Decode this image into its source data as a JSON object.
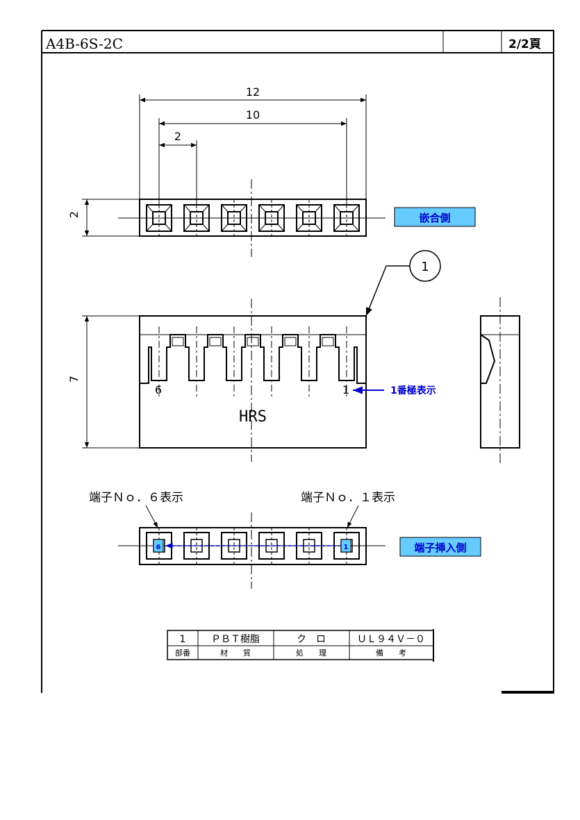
{
  "title_block": {
    "part_number": "A4B-6S-2C",
    "blank_cell": "",
    "page": "2/2頁"
  },
  "dimensions": {
    "overall_width": "12",
    "pin_span": "10",
    "pitch": "2",
    "depth": "2",
    "height": "7"
  },
  "labels": {
    "mating_side": "嵌合側",
    "terminal_insertion_side": "端子挿入側",
    "pin1_indicator": "1番極表示",
    "terminal_no6_label": "端子Ｎｏ．６表示",
    "terminal_no1_label": "端子Ｎｏ．１表示",
    "front_pin_left": "6",
    "front_pin_right": "1",
    "bottom_pin_left": "6",
    "bottom_pin_right": "1",
    "logo": "HRS",
    "balloon": "1"
  },
  "parts_table": {
    "row": [
      "1",
      "ＰＢＴ樹脂",
      "ク　ロ",
      "ＵＬ９４Ｖ－０"
    ],
    "headers": [
      "部番",
      "材　　質",
      "処　　理",
      "備　　考"
    ]
  },
  "colors": {
    "line": "#000000",
    "label_fill": "#66ccff",
    "label_text": "#0000cc",
    "arrow": "#0000cc"
  }
}
